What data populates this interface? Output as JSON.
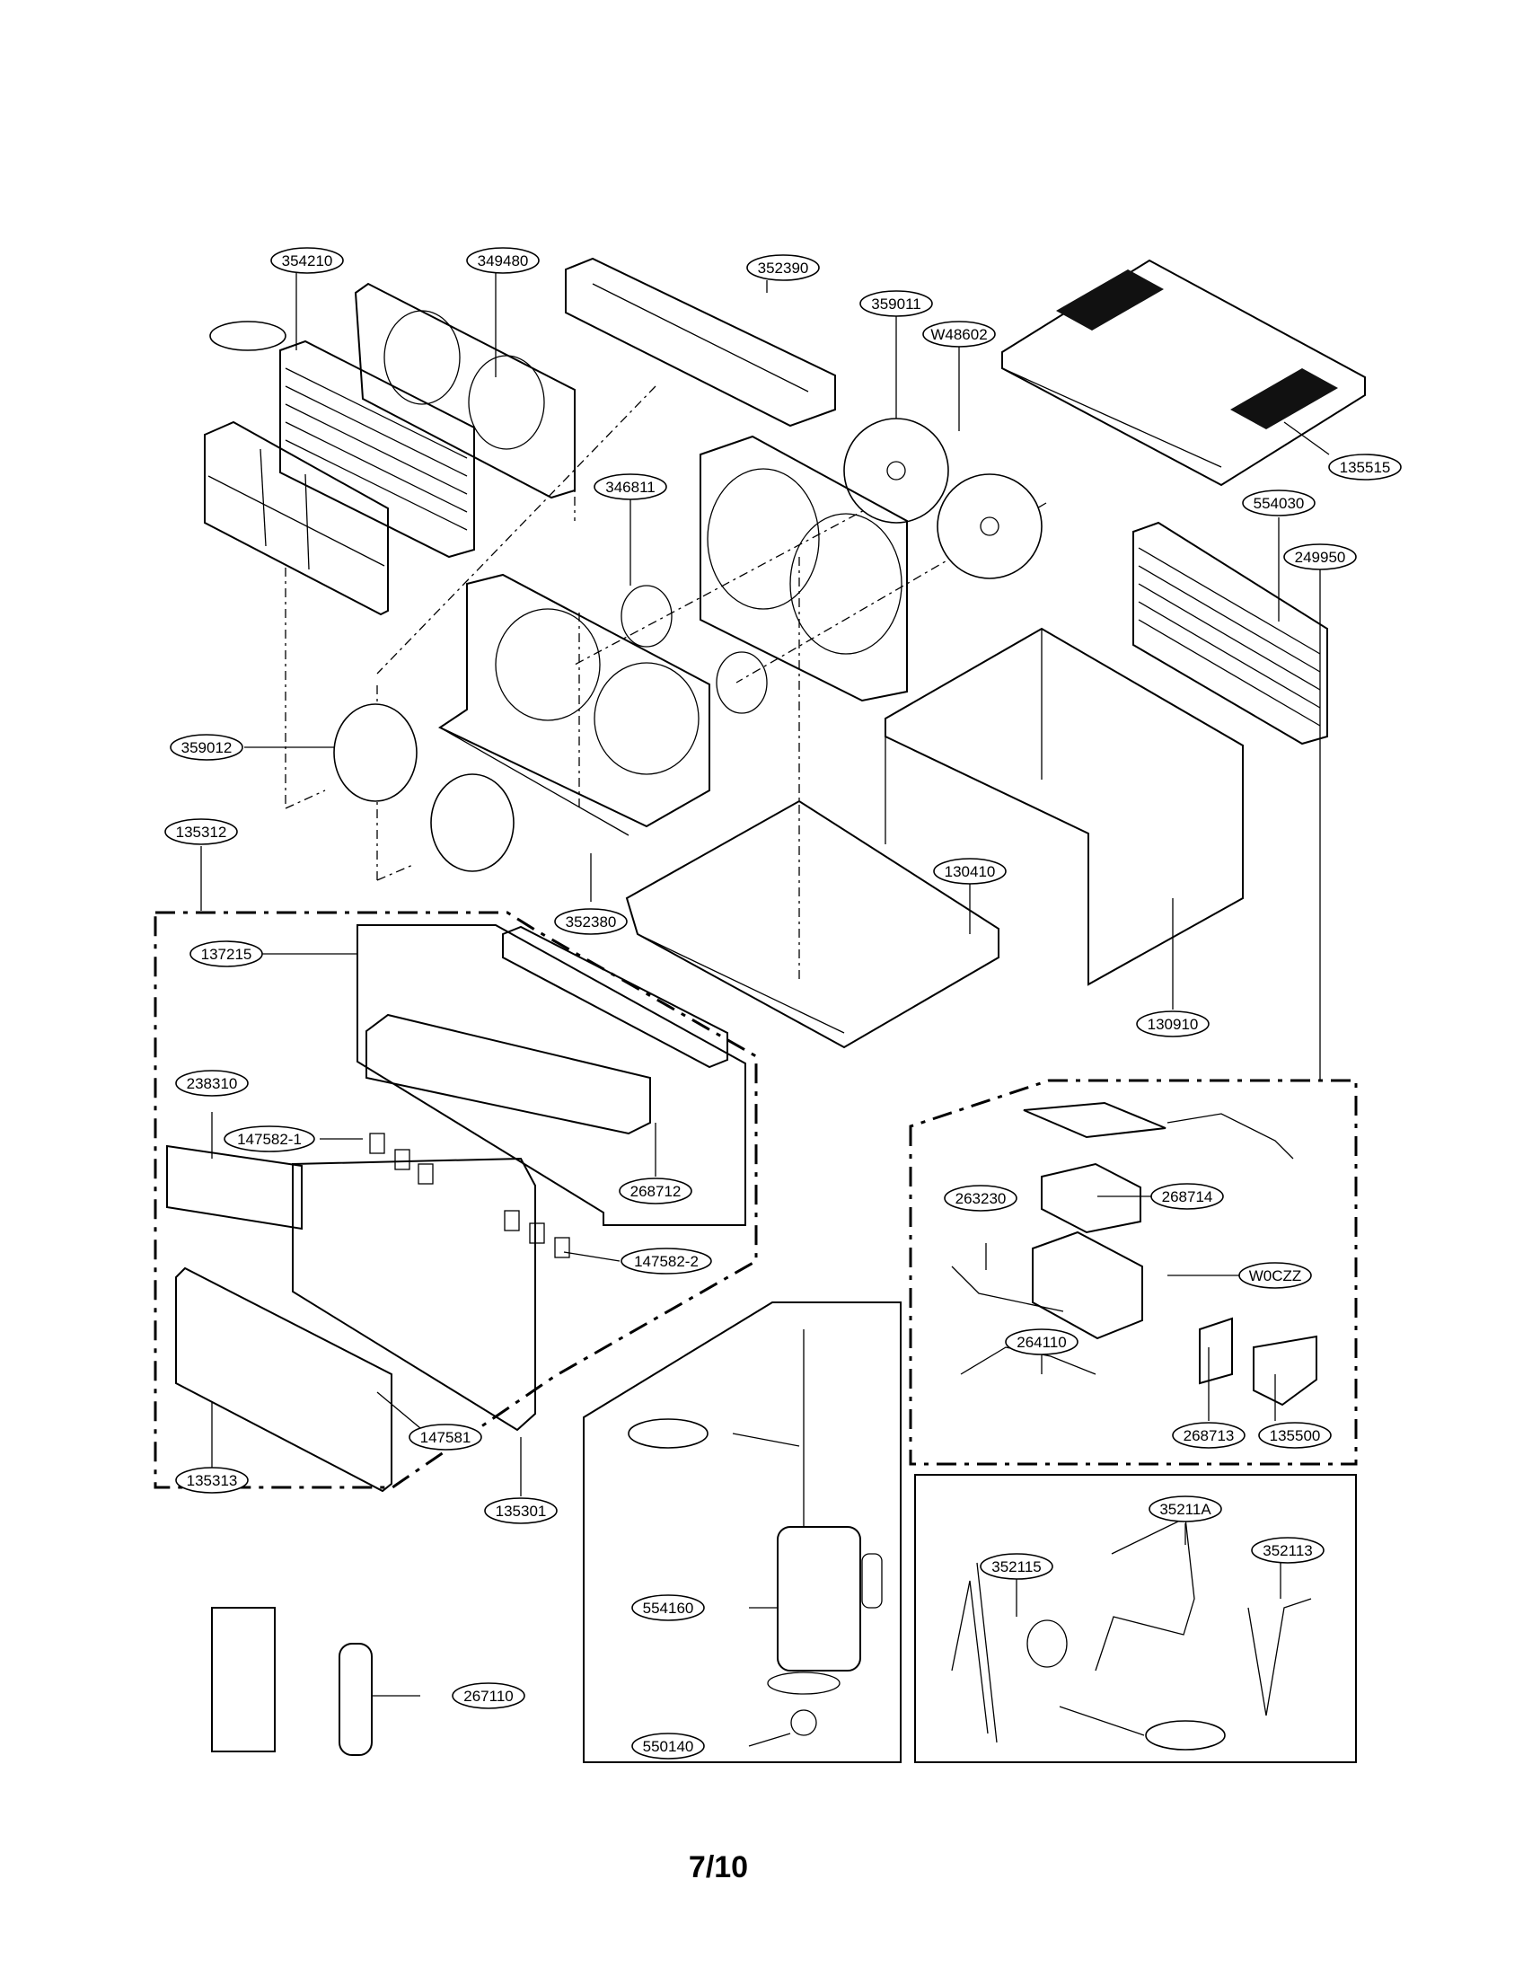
{
  "diagram": {
    "parts": [
      {
        "id": "p354210",
        "label": "354210"
      },
      {
        "id": "p349480",
        "label": "349480"
      },
      {
        "id": "p352390",
        "label": "352390"
      },
      {
        "id": "p359011",
        "label": "359011"
      },
      {
        "id": "pW48602",
        "label": "W48602"
      },
      {
        "id": "p135515",
        "label": "135515"
      },
      {
        "id": "p346811",
        "label": "346811"
      },
      {
        "id": "p554030",
        "label": "554030"
      },
      {
        "id": "p359012",
        "label": "359012"
      },
      {
        "id": "p135312",
        "label": "135312"
      },
      {
        "id": "p352380",
        "label": "352380"
      },
      {
        "id": "p130410",
        "label": "130410"
      },
      {
        "id": "p137215",
        "label": "137215"
      },
      {
        "id": "p130910",
        "label": "130910"
      },
      {
        "id": "p249950",
        "label": "249950"
      },
      {
        "id": "p238310",
        "label": "238310"
      },
      {
        "id": "p147582_1",
        "label": "147582-1"
      },
      {
        "id": "p268712",
        "label": "268712"
      },
      {
        "id": "p268714",
        "label": "268714"
      },
      {
        "id": "p263230",
        "label": "263230"
      },
      {
        "id": "p147582_2",
        "label": "147582-2"
      },
      {
        "id": "pW0CZZ",
        "label": "W0CZZ"
      },
      {
        "id": "p264110",
        "label": "264110"
      },
      {
        "id": "p147581",
        "label": "147581"
      },
      {
        "id": "p268713",
        "label": "268713"
      },
      {
        "id": "p135500",
        "label": "135500"
      },
      {
        "id": "p135313",
        "label": "135313"
      },
      {
        "id": "p135301",
        "label": "135301"
      },
      {
        "id": "p35211A",
        "label": "35211A"
      },
      {
        "id": "p352115",
        "label": "352115"
      },
      {
        "id": "p352113",
        "label": "352113"
      },
      {
        "id": "p554160",
        "label": "554160"
      },
      {
        "id": "p267110",
        "label": "267110"
      },
      {
        "id": "p550140",
        "label": "550140"
      },
      {
        "id": "blank1",
        "label": ""
      },
      {
        "id": "blank2",
        "label": ""
      },
      {
        "id": "blank3",
        "label": ""
      }
    ]
  },
  "page_number": "7/10"
}
